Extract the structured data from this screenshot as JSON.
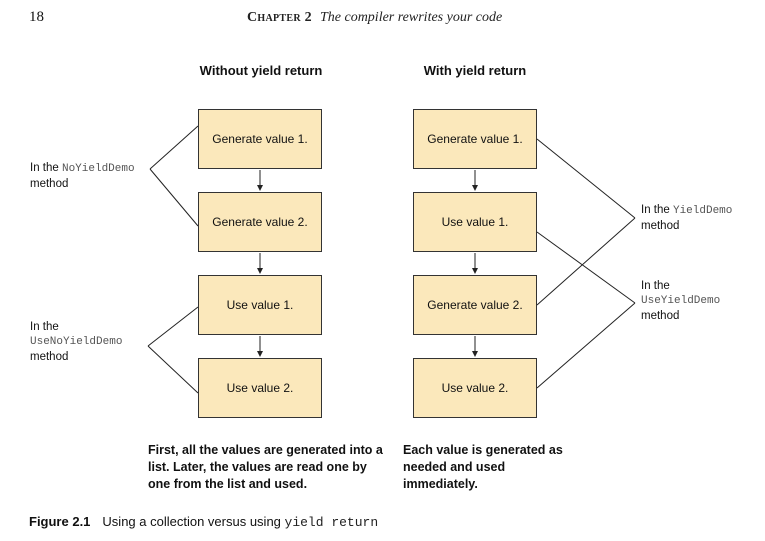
{
  "header": {
    "page_number": "18",
    "chapter": "Chapter 2",
    "chapter_title": "The compiler rewrites your code"
  },
  "left_column": {
    "heading": "Without yield return",
    "boxes": [
      "Generate value 1.",
      "Generate value 2.",
      "Use value 1.",
      "Use value 2."
    ],
    "label_top": {
      "prefix": "In the ",
      "code": "NoYieldDemo",
      "suffix": "method"
    },
    "label_bottom": {
      "prefix": "In the",
      "code": "UseNoYieldDemo",
      "suffix": "method"
    },
    "caption": "First, all the values are generated into a list. Later, the values are read one by one from the list and used."
  },
  "right_column": {
    "heading": "With yield return",
    "boxes": [
      "Generate value 1.",
      "Use value 1.",
      "Generate value 2.",
      "Use value 2."
    ],
    "label_top": {
      "prefix": "In the ",
      "code": "YieldDemo",
      "suffix": "method"
    },
    "label_bottom": {
      "prefix": "In the",
      "code": "UseYieldDemo",
      "suffix": "method"
    },
    "caption": "Each value is generated as needed and used immediately."
  },
  "figure_caption": {
    "label": "Figure 2.1",
    "text": "Using a collection versus using ",
    "code": "yield return"
  },
  "colors": {
    "box_fill": "#fbe8bb",
    "box_border": "#333333",
    "line": "#222222"
  }
}
